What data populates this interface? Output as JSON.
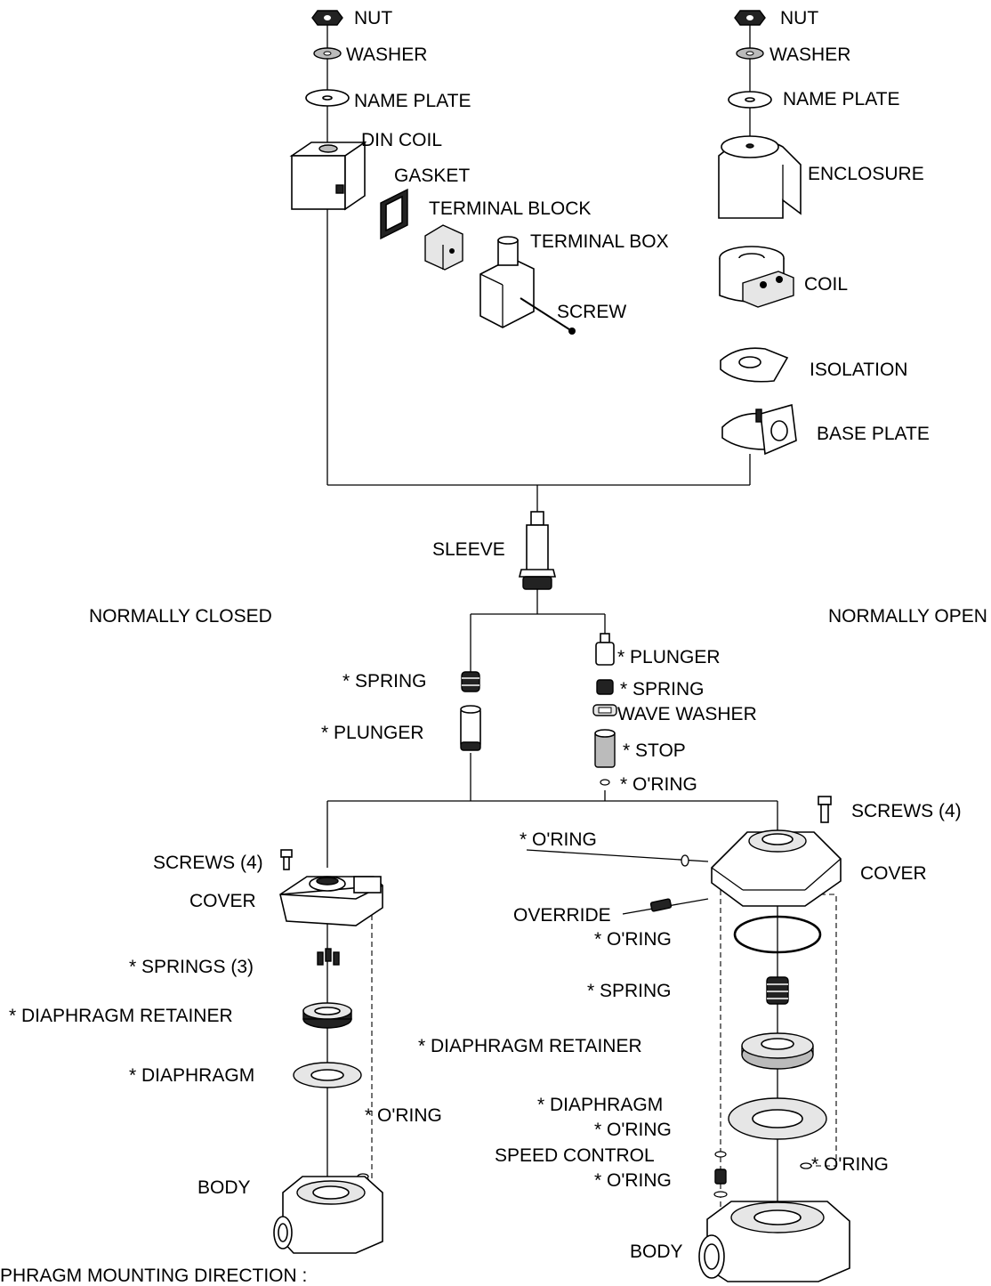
{
  "labels": {
    "nut_left": "NUT",
    "washer_left": "WASHER",
    "name_plate_left": "NAME PLATE",
    "din_coil": "DIN COIL",
    "gasket": "GASKET",
    "terminal_block": "TERMINAL BLOCK",
    "terminal_box": "TERMINAL BOX",
    "screw": "SCREW",
    "nut_right": "NUT",
    "washer_right": "WASHER",
    "name_plate_right": "NAME PLATE",
    "enclosure": "ENCLOSURE",
    "coil": "COIL",
    "isolation": "ISOLATION",
    "base_plate": "BASE PLATE",
    "sleeve": "SLEEVE",
    "normally_closed": "NORMALLY CLOSED",
    "normally_open": "NORMALLY OPEN",
    "nc_spring": "* SPRING",
    "nc_plunger": "* PLUNGER",
    "no_plunger": "* PLUNGER",
    "no_spring": "* SPRING",
    "wave_washer": "WAVE WASHER",
    "stop": "* STOP",
    "stop_oring": "* O'RING",
    "screws_left": "SCREWS (4)",
    "cover_left": "COVER",
    "springs_3": "* SPRINGS (3)",
    "diaphragm_retainer_left": "* DIAPHRAGM RETAINER",
    "diaphragm_left": "* DIAPHRAGM",
    "oring_left": "* O'RING",
    "body_left": "BODY",
    "override_oring": "* O'RING",
    "override": "OVERRIDE",
    "screws_right": "SCREWS (4)",
    "cover_right": "COVER",
    "oring_right_cover": "* O'RING",
    "spring_right": "* SPRING",
    "diaphragm_retainer_right": "* DIAPHRAGM RETAINER",
    "diaphragm_right": "* DIAPHRAGM",
    "speed_oring_1": "* O'RING",
    "speed_control": "SPEED CONTROL",
    "speed_oring_2": "* O'RING",
    "oring_right_body": "* O'RING",
    "body_right": "BODY",
    "footnote": "PHRAGM MOUNTING DIRECTION :"
  }
}
